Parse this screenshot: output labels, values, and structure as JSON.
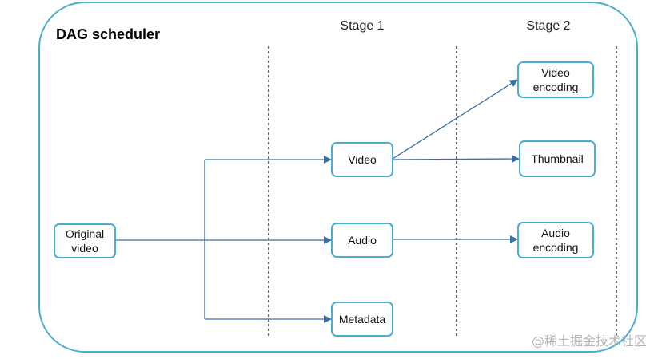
{
  "diagram": {
    "title": "DAG scheduler",
    "stages": [
      {
        "label": "Stage 1"
      },
      {
        "label": "Stage 2"
      }
    ],
    "nodes": {
      "original_video": "Original\nvideo",
      "video": "Video",
      "audio": "Audio",
      "metadata": "Metadata",
      "video_encoding": "Video\nencoding",
      "thumbnail": "Thumbnail",
      "audio_encoding": "Audio\nencoding"
    },
    "edges": [
      {
        "from": "Original video",
        "to": "Video"
      },
      {
        "from": "Original video",
        "to": "Audio"
      },
      {
        "from": "Original video",
        "to": "Metadata"
      },
      {
        "from": "Video",
        "to": "Video encoding"
      },
      {
        "from": "Video",
        "to": "Thumbnail"
      },
      {
        "from": "Audio",
        "to": "Audio encoding"
      }
    ],
    "colors": {
      "frame": "#4BAED0",
      "node_border": "#4BAED0",
      "arrow": "#3A6EA5",
      "divider": "#333333"
    },
    "watermark": "@稀土掘金技术社区"
  }
}
